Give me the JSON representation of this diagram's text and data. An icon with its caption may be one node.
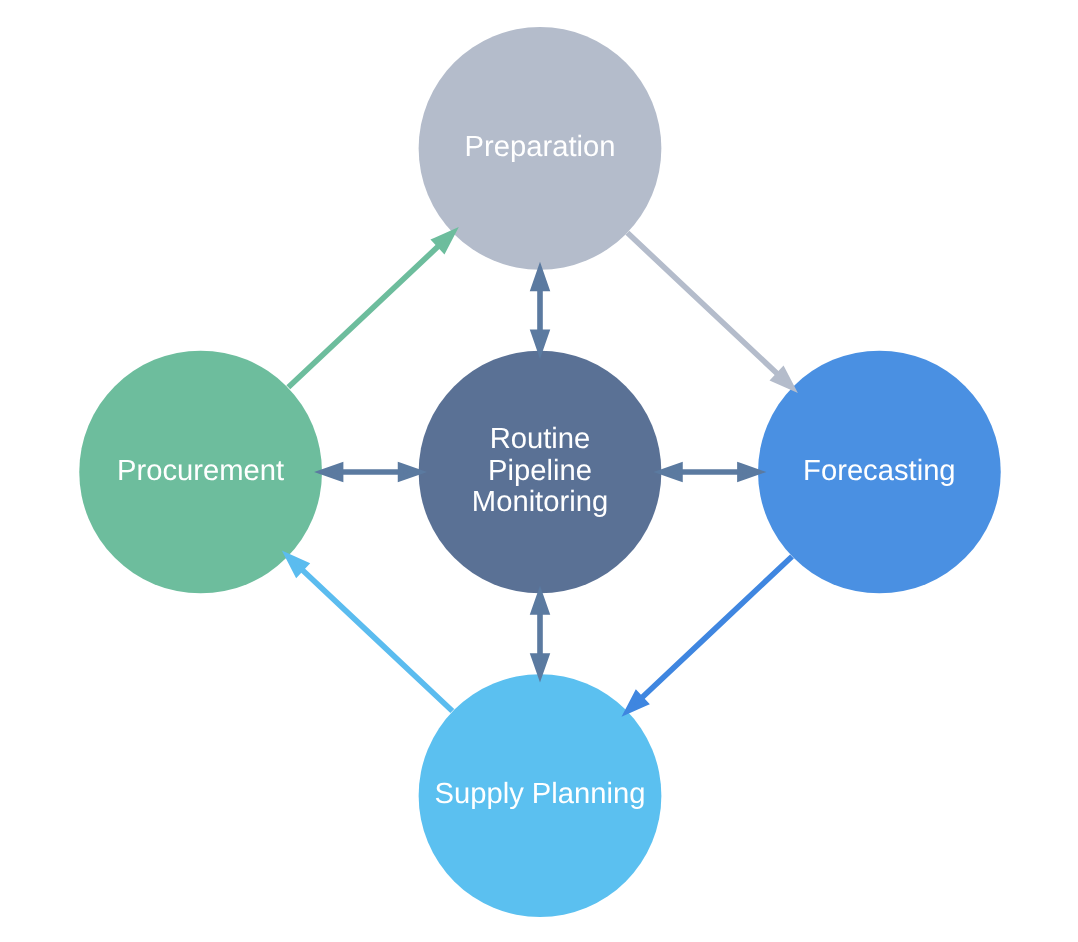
{
  "diagram": {
    "nodes": [
      {
        "text": [
          "Preparation"
        ]
      },
      {
        "text": [
          "Procurement"
        ]
      },
      {
        "text": [
          "Routine Pipeline Monitoring"
        ]
      },
      {
        "text": [
          "Forecasting"
        ]
      },
      {
        "text": [
          "Supply Planning"
        ]
      }
    ],
    "edges": [
      {
        "from": 0,
        "to": 3,
        "arrow": "to",
        "color": "#b4bccb"
      },
      {
        "from": 3,
        "to": 4,
        "arrow": "to",
        "color": "#3f86e0"
      },
      {
        "from": 4,
        "to": 1,
        "arrow": "to",
        "color": "#5bbcef"
      },
      {
        "from": 1,
        "to": 0,
        "arrow": "to",
        "color": "#6dbd9d"
      },
      {
        "from": 0,
        "to": 2,
        "arrow": "both"
      },
      {
        "from": 1,
        "to": 2,
        "arrow": "both"
      },
      {
        "from": 2,
        "to": 3,
        "arrow": "both"
      },
      {
        "from": 2,
        "to": 4,
        "arrow": "both"
      }
    ]
  }
}
